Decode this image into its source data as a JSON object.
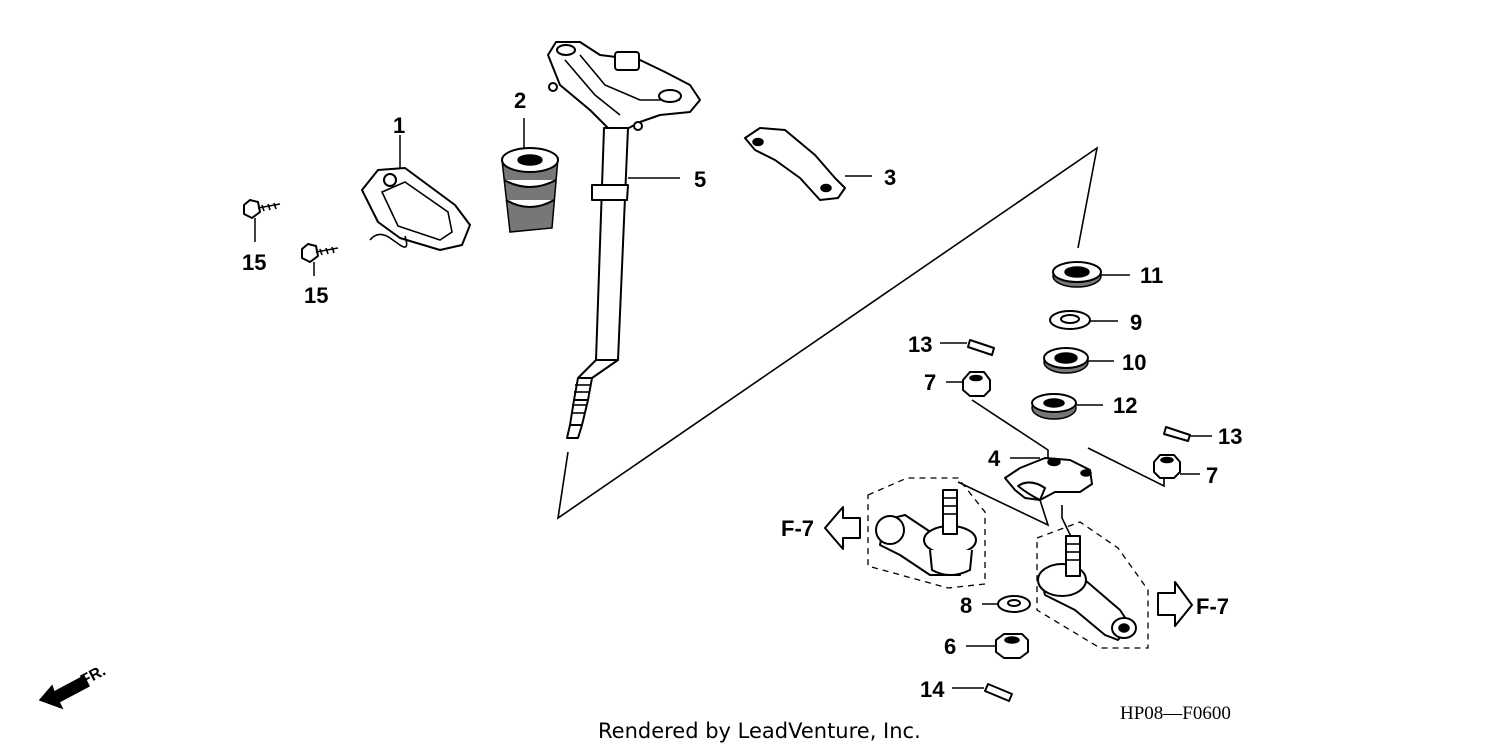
{
  "callouts": {
    "c1": "1",
    "c2": "2",
    "c3": "3",
    "c4": "4",
    "c5": "5",
    "c6": "6",
    "c7a": "7",
    "c7b": "7",
    "c8": "8",
    "c9": "9",
    "c10": "10",
    "c11": "11",
    "c12": "12",
    "c13a": "13",
    "c13b": "13",
    "c14": "14",
    "c15a": "15",
    "c15b": "15"
  },
  "references": {
    "left": "F-7",
    "right": "F-7"
  },
  "orientation": "FR.",
  "diagram_code": "HP08—F0600",
  "credit": "Rendered by LeadVenture, Inc."
}
